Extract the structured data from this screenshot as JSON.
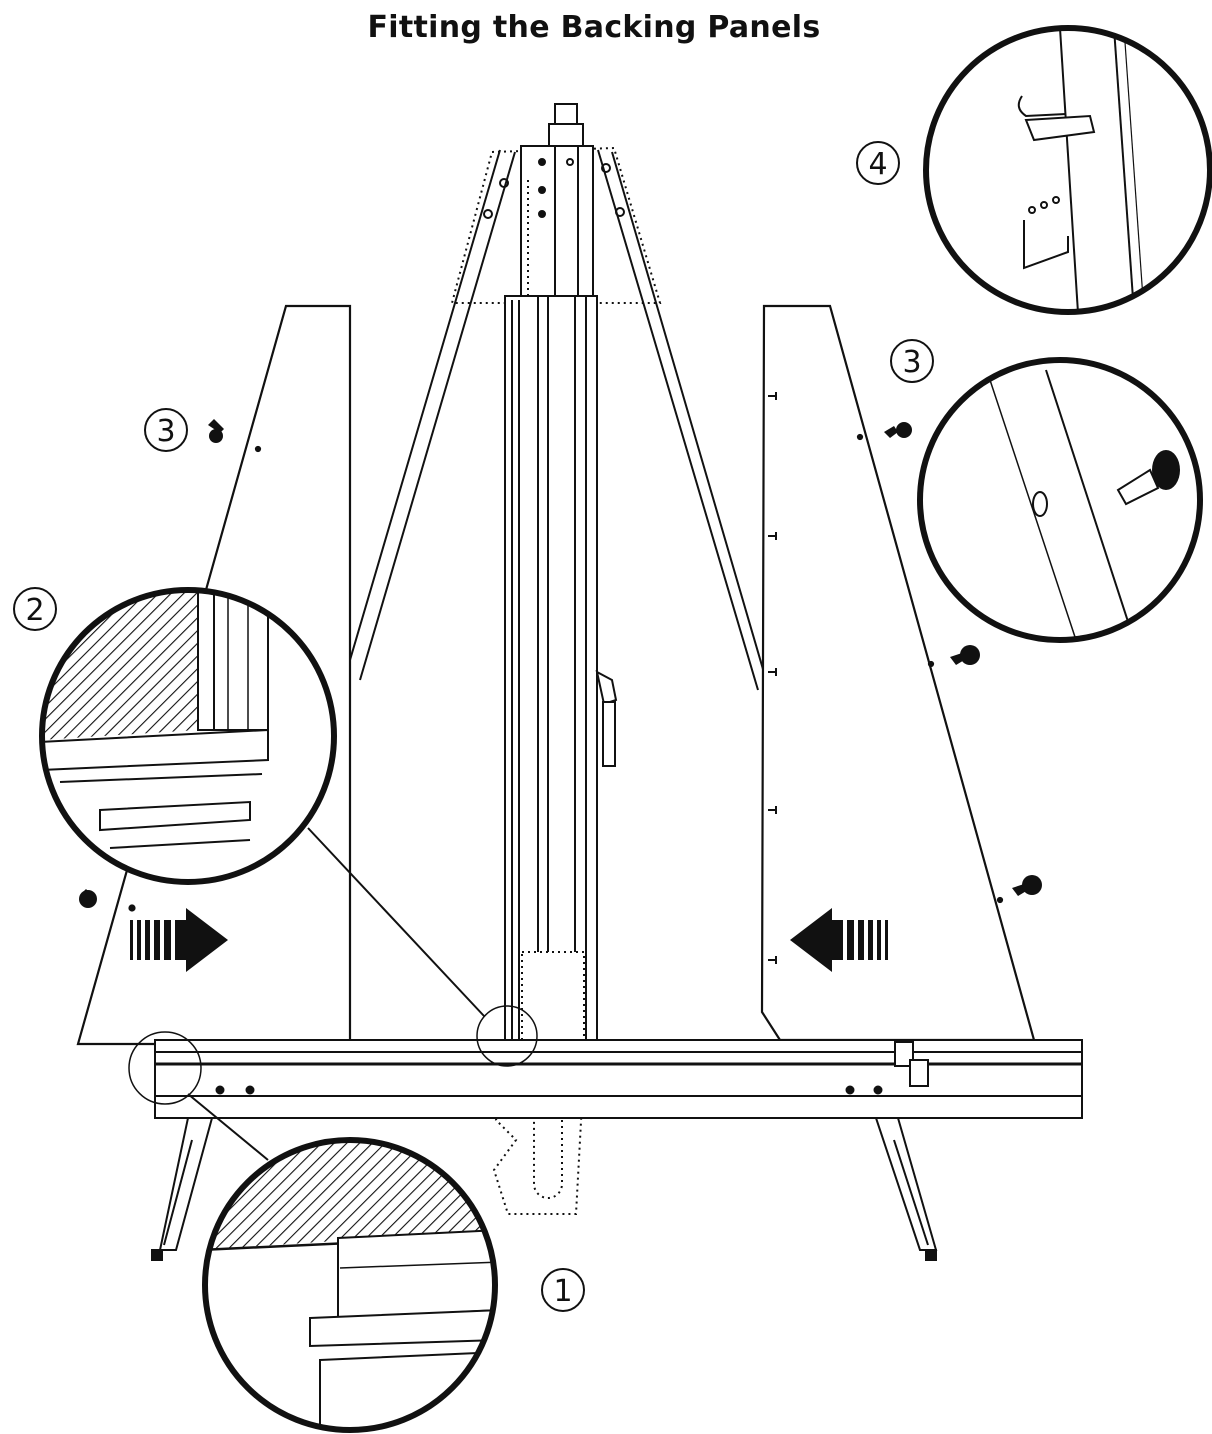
{
  "title": "Fitting the Backing Panels",
  "steps": {
    "step_1": "1",
    "step_2": "2",
    "step_3_left": "3",
    "step_3_right": "3",
    "step_4": "4"
  },
  "colors": {
    "ink": "#111111",
    "paper": "#ffffff"
  },
  "icons": [
    "arrow-right-icon",
    "arrow-left-icon",
    "push-pin-icon",
    "detail-magnifier-icon"
  ]
}
